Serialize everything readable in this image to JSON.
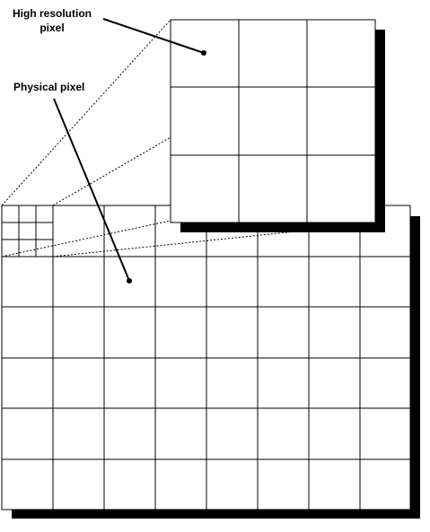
{
  "labels": {
    "high_res_line1": "High resolution",
    "high_res_line2": "pixel",
    "physical": "Physical pixel"
  },
  "colors": {
    "ink": "#000000",
    "paper": "#ffffff",
    "shadow": "#000000"
  }
}
